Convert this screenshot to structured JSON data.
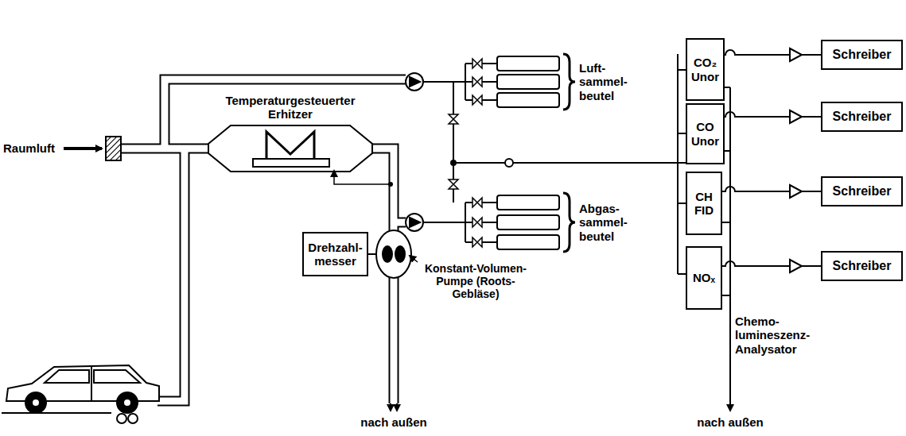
{
  "diagram": {
    "nodes": [
      {
        "text": [
          "Temperaturgesteuerter Erhitzer"
        ]
      },
      {
        "text": [
          "Drehzahl- messer"
        ]
      },
      {
        "text": [
          "CO₂ Unor"
        ]
      },
      {
        "text": [
          "CO Unor"
        ]
      },
      {
        "text": [
          "CH FID"
        ]
      },
      {
        "text": [
          "NOₓ"
        ]
      },
      {
        "text": [
          "Schreiber"
        ]
      },
      {
        "text": [
          "Schreiber"
        ]
      },
      {
        "text": [
          "Schreiber"
        ]
      },
      {
        "text": [
          "Schreiber"
        ]
      }
    ],
    "edges": [
      {
        "from": 2,
        "to": 6,
        "arrow": "none"
      },
      {
        "from": 3,
        "to": 7,
        "arrow": "none"
      },
      {
        "from": 4,
        "to": 8,
        "arrow": "none"
      },
      {
        "from": 5,
        "to": 9,
        "arrow": "none"
      }
    ],
    "labels": [
      "Raumluft",
      "Luft- sammel- beutel",
      "Abgas- sammel- beutel",
      "Konstant-Volumen- Pumpe (Roots-Gebläse)",
      "nach außen",
      "Chemo- lumineszenz- Analysator",
      "nach außen"
    ]
  }
}
